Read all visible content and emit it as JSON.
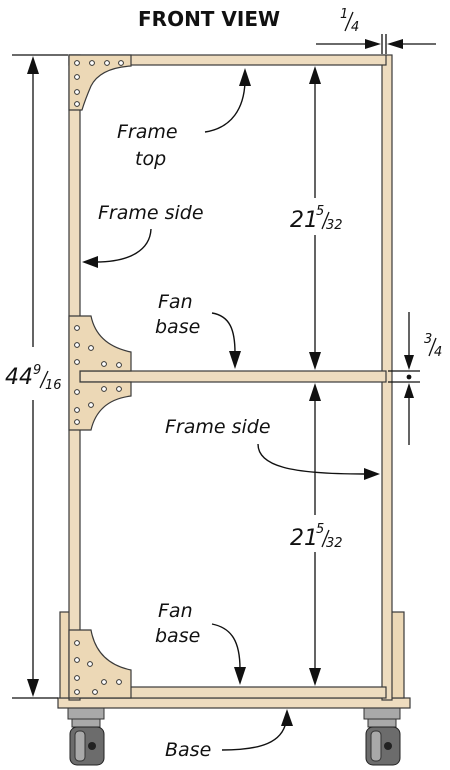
{
  "title": "FRONT VIEW",
  "labels": {
    "frame_top_1": "Frame",
    "frame_top_2": "top",
    "frame_side_upper": "Frame side",
    "fan_base_upper_1": "Fan",
    "fan_base_upper_2": "base",
    "frame_side_lower": "Frame side",
    "fan_base_lower_1": "Fan",
    "fan_base_lower_2": "base",
    "base": "Base"
  },
  "dimensions": {
    "overall_height_whole": "44",
    "overall_height_num": "9",
    "overall_height_den": "16",
    "upper_opening_whole": "21",
    "upper_opening_num": "5",
    "upper_opening_den": "32",
    "lower_opening_whole": "21",
    "lower_opening_num": "5",
    "lower_opening_den": "32",
    "top_thickness_num": "1",
    "top_thickness_den": "4",
    "fan_base_thickness_num": "3",
    "fan_base_thickness_den": "4"
  },
  "colors": {
    "wood": "#eedcbf",
    "plate": "#ecd8b6",
    "caster": "#6c6c6c"
  }
}
